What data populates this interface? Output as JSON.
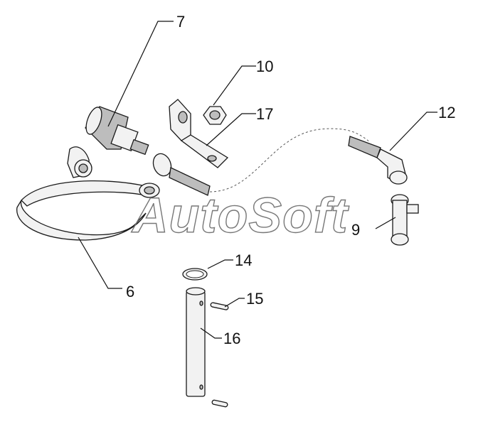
{
  "watermark": "AutoSoft",
  "callouts": {
    "p7": "7",
    "p10": "10",
    "p17": "17",
    "p12": "12",
    "p9": "9",
    "p6": "6",
    "p14": "14",
    "p15": "15",
    "p16": "16"
  }
}
